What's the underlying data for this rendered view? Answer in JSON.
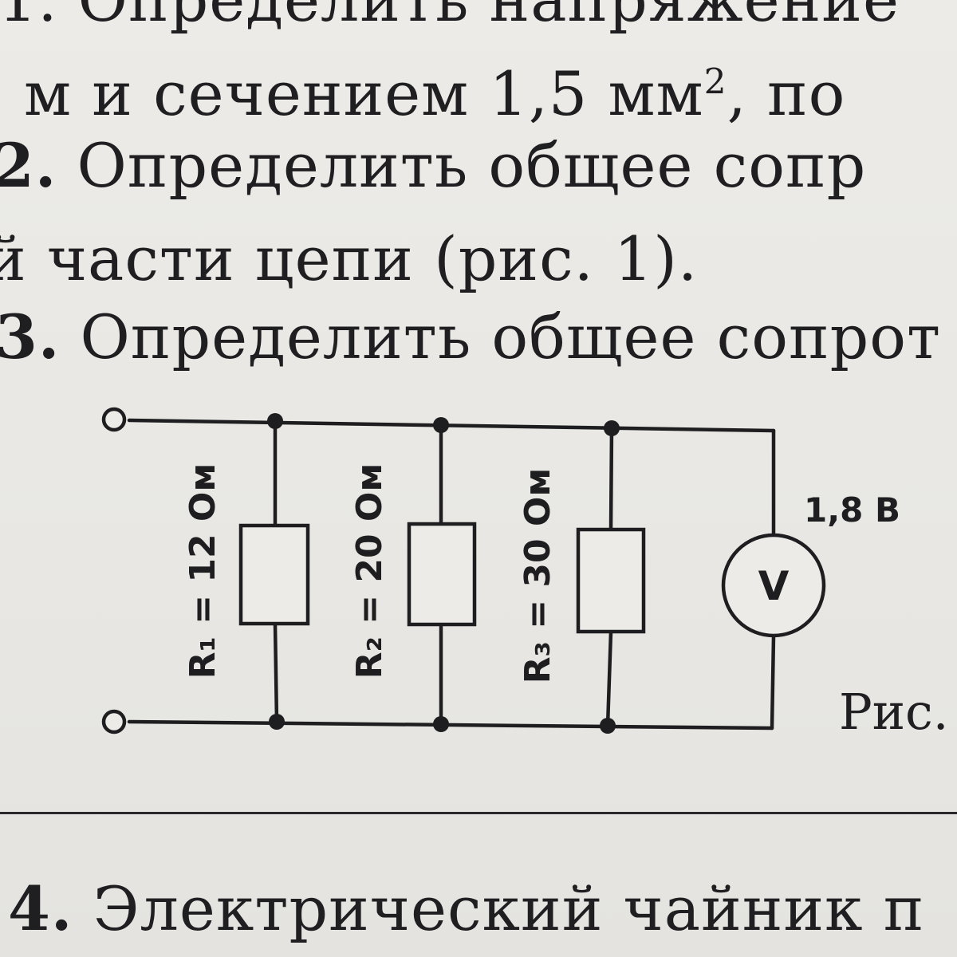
{
  "text_lines": {
    "line0": "1. Определить напряжение",
    "line1_pre": "м и сечением 1,5 мм",
    "line1_sup": "2",
    "line1_post": ", по",
    "line2_num": "2.",
    "line2_text": " Определить общее сопр",
    "line3": "й части цепи (рис. 1).",
    "line4_num": "3.",
    "line4_text": " Определить общее сопрот",
    "line5_num": "4.",
    "line5_text": " Электрический чайник п"
  },
  "figure": {
    "caption": "Рис.",
    "resistors": [
      {
        "label": "R₁ = 12 Ом"
      },
      {
        "label": "R₂ = 20 Ом"
      },
      {
        "label": "R₃ = 30 Ом"
      }
    ],
    "voltmeter_symbol": "V",
    "voltage_reading": "1,8 В"
  }
}
